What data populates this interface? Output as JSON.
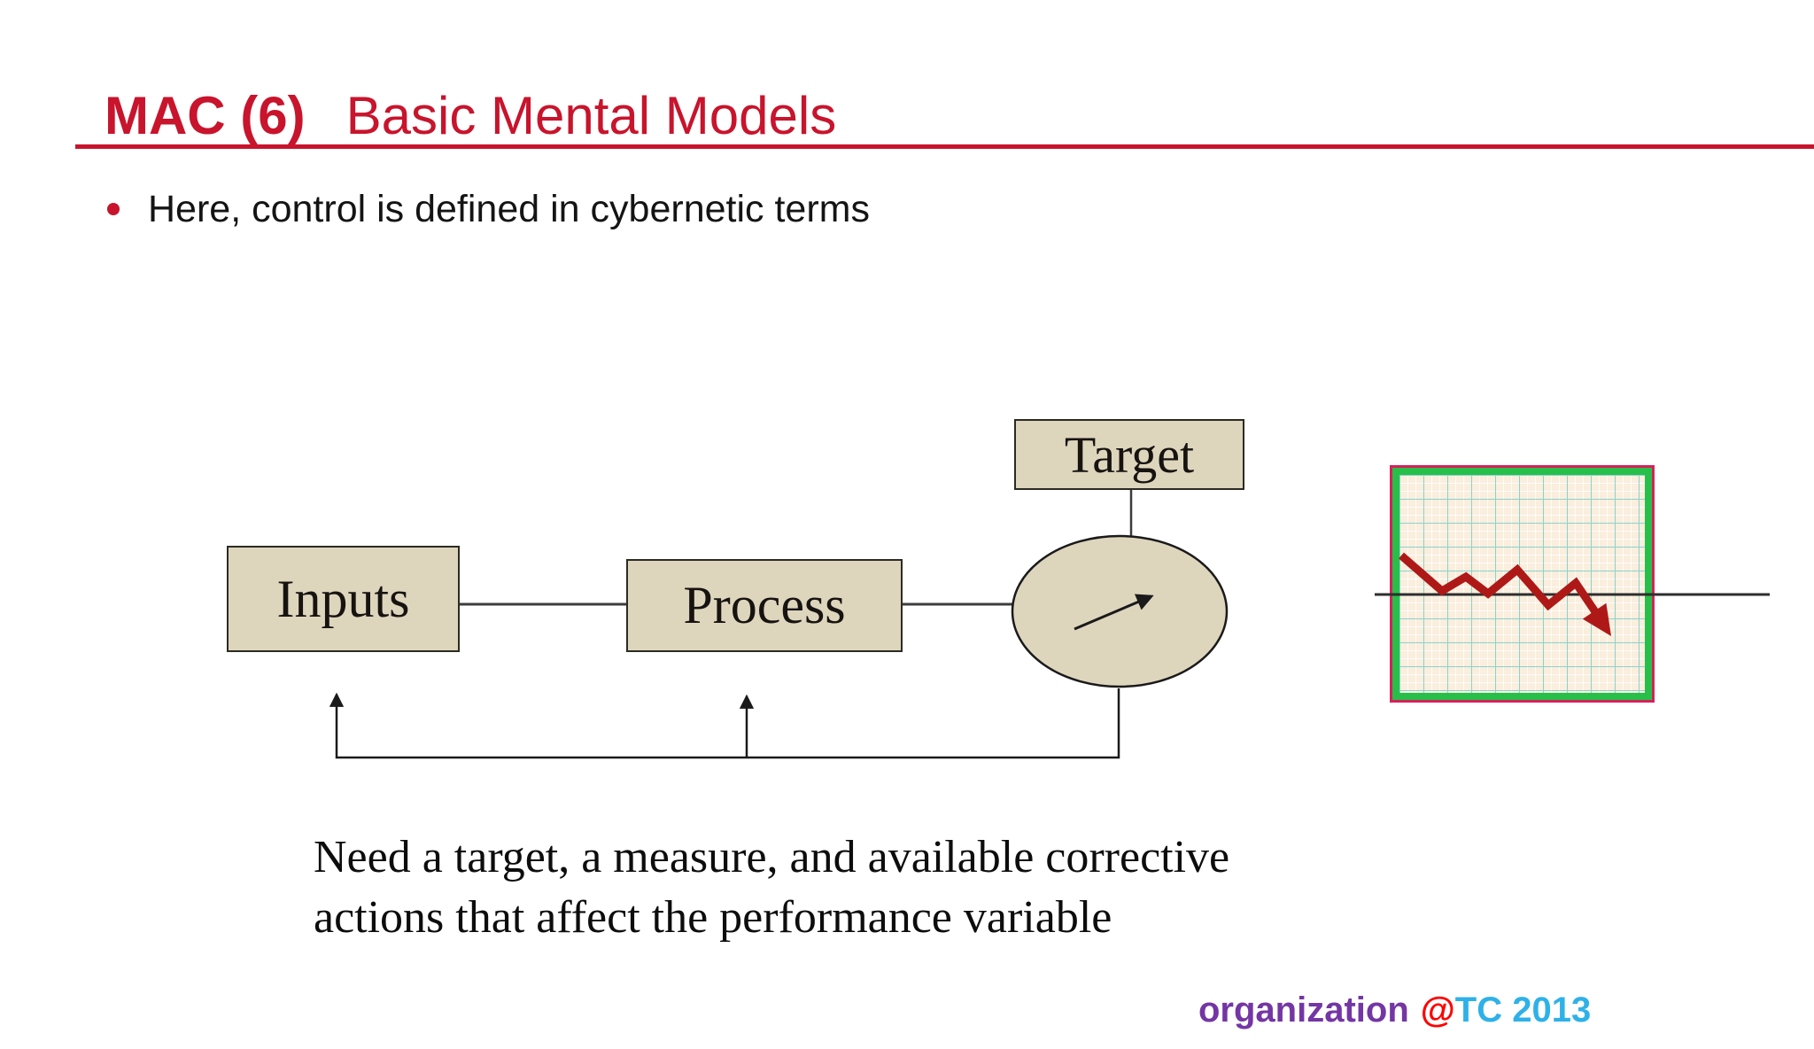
{
  "slide": {
    "title_code": "MAC (6)",
    "title_text": "Basic Mental Models",
    "bullet_text": "Here, control is defined in cybernetic terms",
    "caption": {
      "line1": "Need a target, a measure, and available corrective",
      "line2": "actions that affect the performance variable"
    },
    "footer": {
      "org": "organization",
      "at": "@",
      "tc": "TC 2013"
    }
  },
  "diagram": {
    "inputs_label": "Inputs",
    "process_label": "Process",
    "target_label": "Target"
  },
  "icons": {
    "gauge": "meter-needle-icon",
    "trend": "declining-zigzag-arrow-icon",
    "feedback_arrows": "up-arrow-icon"
  },
  "colors": {
    "accent_red": "#c8142c",
    "text_black": "#141414",
    "box_fill": "#ded5bd",
    "box_border": "#2b2b22",
    "connector": "#3c3c3c",
    "chart_border_outer": "#d6215a",
    "chart_border_inner": "#27bf49",
    "chart_bg": "#faeedd",
    "chart_grid": "#8ad2cf",
    "trend_red": "#ae1917",
    "baseline_black": "#2e2e2e",
    "footer_purple": "#7436a4",
    "footer_red": "#ff0000",
    "footer_cyan": "#2eb1e8"
  }
}
